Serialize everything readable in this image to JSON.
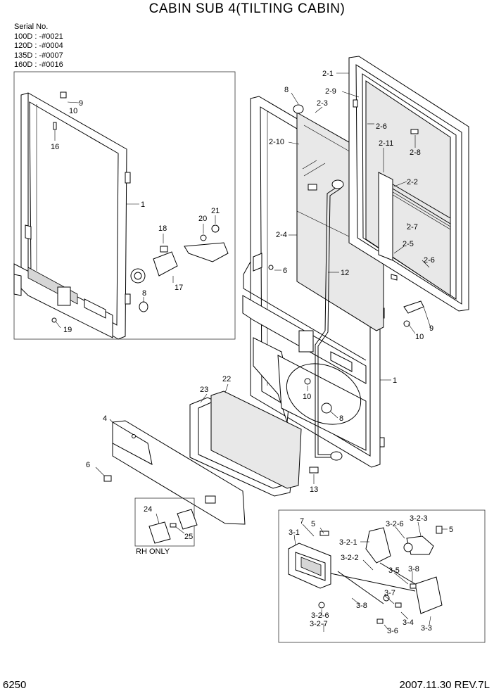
{
  "title": "CABIN SUB 4(TILTING CABIN)",
  "serial": {
    "heading": "Serial No.",
    "lines": [
      "100D : -#0021",
      "120D : -#0004",
      "135D : -#0007",
      "160D : -#0016"
    ]
  },
  "note_rh_only": "RH ONLY",
  "footer": {
    "page": "6250",
    "revision": "2007.11.30  REV.7L"
  },
  "callouts": {
    "l_9": "9",
    "l_10": "10",
    "l_16": "16",
    "l_1": "1",
    "l_21": "21",
    "l_20": "20",
    "l_18": "18",
    "l_17": "17",
    "l_8": "8",
    "l_19": "19",
    "m_8": "8",
    "m_2_3": "2-3",
    "m_2_10": "2-10",
    "m_2_4": "2-4",
    "m_6": "6",
    "m_12": "12",
    "m_1": "1",
    "m_10": "10",
    "m_8b": "8",
    "m_13": "13",
    "r_2_1": "2-1",
    "r_2_9": "2-9",
    "r_2_6": "2-6",
    "r_2_8": "2-8",
    "r_2_11": "2-11",
    "r_2_2": "2-2",
    "r_2_7": "2-7",
    "r_2_5": "2-5",
    "r_2_6b": "2-6",
    "r_9": "9",
    "r_10": "10",
    "b_23": "23",
    "b_22": "22",
    "b_4": "4",
    "b_6": "6",
    "b_24": "24",
    "b_25": "25",
    "d_7": "7",
    "d_5": "5",
    "d_3_1": "3-1",
    "d_3_2_1": "3-2-1",
    "d_3_2_6": "3-2-6",
    "d_3_2_3": "3-2-3",
    "d_5b": "5",
    "d_3_2_2": "3-2-2",
    "d_3_5": "3-5",
    "d_3_8": "3-8",
    "d_3_7": "3-7",
    "d_3_8b": "3-8",
    "d_3_2_6b": "3-2-6",
    "d_3_2_7": "3-2-7",
    "d_3_4": "3-4",
    "d_3_6": "3-6",
    "d_3_3": "3-3"
  }
}
